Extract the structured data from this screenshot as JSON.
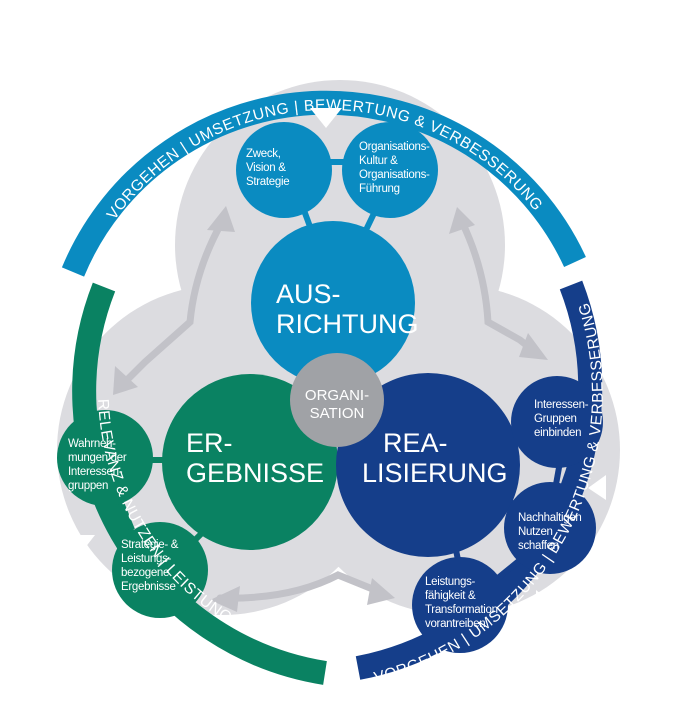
{
  "colors": {
    "ausrichtung": "#0a8bc1",
    "ergebnisse": "#0a8262",
    "realisierung": "#153e8a",
    "organisation": "#a0a2a6",
    "background_lobe": "#dcdce0",
    "arrow": "#c2c2c8",
    "marker": "#ffffff"
  },
  "center": {
    "label_line1": "ORGANI-",
    "label_line2": "SATION"
  },
  "pillars": [
    {
      "id": "ausrichtung",
      "label_line1": "AUS-",
      "label_line2": "RICHTUNG",
      "sub_items": [
        {
          "lines": [
            "Zweck,",
            "Vision &",
            "Strategie"
          ]
        },
        {
          "lines": [
            "Organisations-",
            "Kultur &",
            "Organisations-",
            "Führung"
          ]
        }
      ],
      "ring_text": "VORGEHEN | UMSETZUNG | BEWERTUNG & VERBESSERUNG"
    },
    {
      "id": "ergebnisse",
      "label_line1": "ER-",
      "label_line2": "GEBNISSE",
      "sub_items": [
        {
          "lines": [
            "Wahrneh-",
            "mungen der",
            "Interessen-",
            "gruppen"
          ]
        },
        {
          "lines": [
            "Strategie-  &",
            "Leistungs-",
            "bezogene",
            "Ergebnisse"
          ]
        }
      ],
      "ring_text": "RELEVANZ & NUTZEN | LEISTUNG"
    },
    {
      "id": "realisierung",
      "label_line1": "REA-",
      "label_line2": "LISIERUNG",
      "sub_items": [
        {
          "lines": [
            "Interessen-",
            "Gruppen",
            "einbinden"
          ]
        },
        {
          "lines": [
            "Nachhaltigen",
            "Nutzen",
            "schaffen"
          ]
        },
        {
          "lines": [
            "Leistungs-",
            "fähigkeit &",
            "Transformation",
            "vorantreiben"
          ]
        }
      ],
      "ring_text": "VORGEHEN | UMSETZUNG | BEWERTUNG & VERBESSERUNG"
    }
  ]
}
